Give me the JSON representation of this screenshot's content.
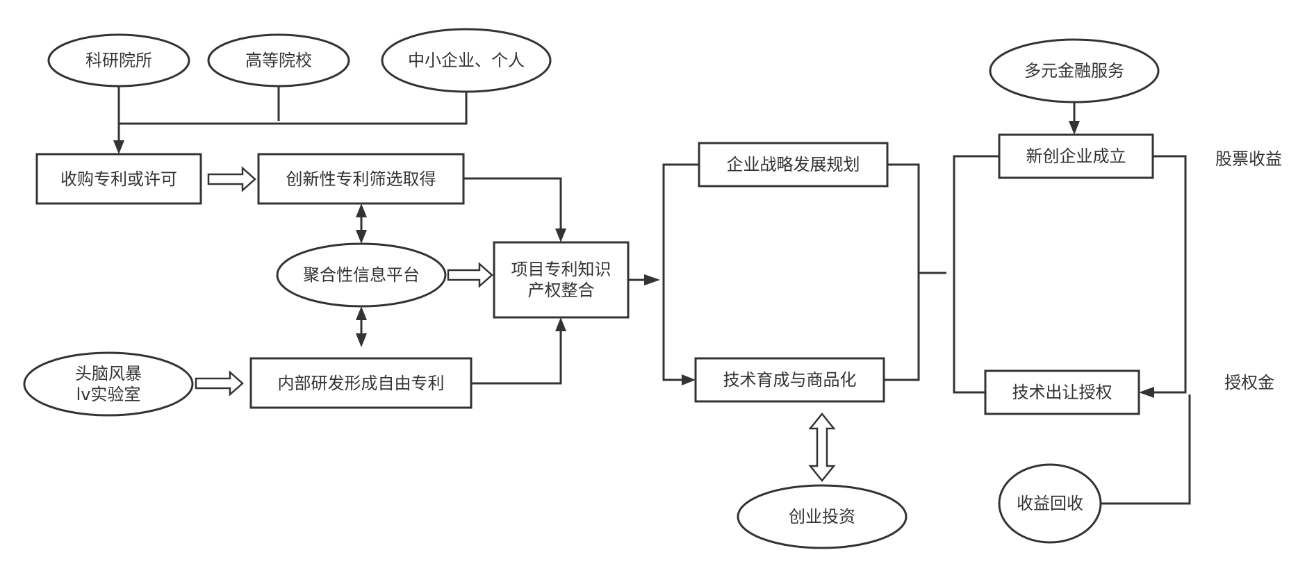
{
  "nodes": {
    "research_institutes": "科研院所",
    "universities": "高等院校",
    "sme_individuals": "中小企业、个人",
    "acquire_patent": "收购专利或许可",
    "innovative_patent": "创新性专利筛选取得",
    "info_platform": "聚合性信息平台",
    "brainstorm_lab": "头脑风暴\nlv实验室",
    "internal_rd": "内部研发形成自由专利",
    "ip_integration": "项目专利知识\n产权整合",
    "strategy_planning": "企业战略发展规划",
    "tech_incubation": "技术育成与商品化",
    "venture_investment": "创业投资",
    "financial_services": "多元金融服务",
    "new_company": "新创企业成立",
    "tech_licensing": "技术出让授权",
    "revenue_recovery": "收益回收"
  },
  "side_labels": {
    "stock_revenue": "股票收益",
    "license_fee": "授权金"
  },
  "colors": {
    "stroke": "#333333",
    "fill": "#ffffff",
    "text": "#333333"
  }
}
